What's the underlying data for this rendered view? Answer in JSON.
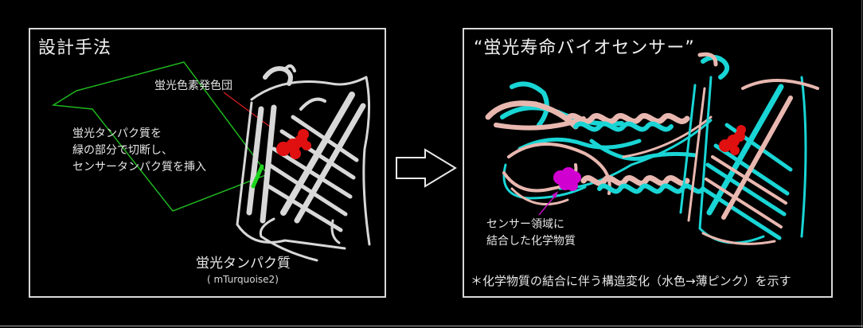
{
  "left_panel": {
    "title": "設計手法",
    "chromophore_label": "蛍光色素発色団",
    "callout_lines": [
      "蛍光タンパク質を",
      "緑の部分で切断し、",
      "センサータンパク質を挿入"
    ],
    "protein_name": "蛍光タンパク質",
    "protein_id": "( mTurquoise2)",
    "colors": {
      "callout_outline": "#1fb51f",
      "cut_site": "#1fd41f",
      "chromophore": "#e01010",
      "pointer": "#e02020",
      "protein": "#d0d0d0"
    }
  },
  "transition_arrow": {
    "icon": "right-arrow-outline"
  },
  "right_panel": {
    "title": "“蛍光寿命バイオセンサー”",
    "ligand_label_lines": [
      "センサー領域に",
      "結合した化学物質"
    ],
    "footnote": "＊化学物質の結合に伴う構造変化（水色→薄ピンク）を示す",
    "colors": {
      "state_a": "#19d5d5",
      "state_b": "#e8b8b0",
      "ligand": "#d000d0",
      "chromophore": "#e01010",
      "pointer": "#c010c0"
    }
  }
}
